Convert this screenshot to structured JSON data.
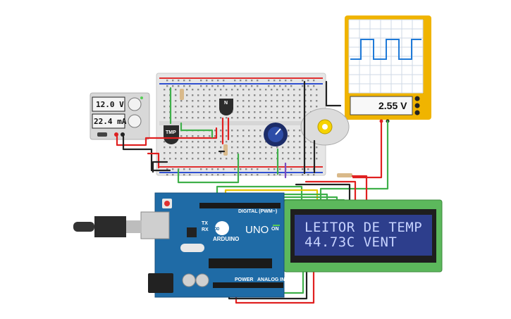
{
  "power_supply": {
    "voltage": "12.0 V",
    "current": "22.4 mA"
  },
  "oscilloscope": {
    "reading": "2.55 V"
  },
  "lcd": {
    "line1": "LEITOR DE TEMP",
    "line2": "44.73C  VENT"
  },
  "arduino": {
    "brand": "ARDUINO",
    "model": "UNO",
    "digital_header": "DIGITAL (PWM~)",
    "power_header": "POWER",
    "analog_header": "ANALOG IN",
    "tx": "TX",
    "rx": "RX",
    "on": "ON"
  },
  "components": {
    "temp_sensor": "TMP",
    "transistor": "N"
  },
  "colors": {
    "breadboard": "#e9e9e9",
    "arduino_blue": "#1f6ba6",
    "lcd_green": "#5cb85c",
    "lcd_screen": "#2d3e8c",
    "scope_frame": "#f0b400",
    "wire_red": "#e02020",
    "wire_green": "#3fb04a",
    "wire_black": "#222222",
    "wire_yellow": "#e6c200"
  }
}
